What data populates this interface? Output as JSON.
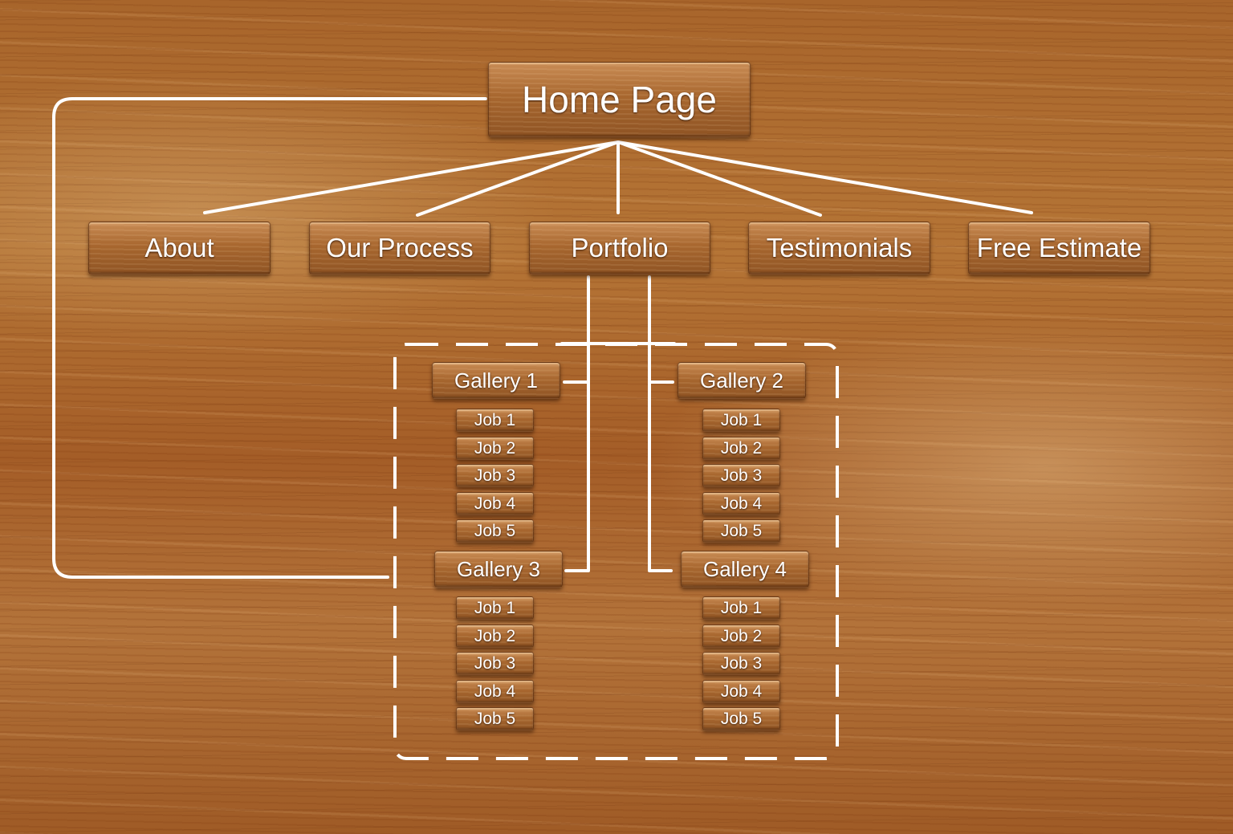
{
  "home": {
    "label": "Home Page"
  },
  "sections": [
    {
      "label": "About"
    },
    {
      "label": "Our Process"
    },
    {
      "label": "Portfolio"
    },
    {
      "label": "Testimonials"
    },
    {
      "label": "Free Estimate"
    }
  ],
  "galleries": [
    {
      "label": "Gallery 1",
      "jobs": [
        "Job 1",
        "Job 2",
        "Job 3",
        "Job 4",
        "Job 5"
      ]
    },
    {
      "label": "Gallery 2",
      "jobs": [
        "Job 1",
        "Job 2",
        "Job 3",
        "Job 4",
        "Job 5"
      ]
    },
    {
      "label": "Gallery 3",
      "jobs": [
        "Job 1",
        "Job 2",
        "Job 3",
        "Job 4",
        "Job 5"
      ]
    },
    {
      "label": "Gallery 4",
      "jobs": [
        "Job 1",
        "Job 2",
        "Job 3",
        "Job 4",
        "Job 5"
      ]
    }
  ],
  "colors": {
    "wood_light": "#c98c55",
    "wood_dark": "#8f5424",
    "line": "#ffffff"
  }
}
